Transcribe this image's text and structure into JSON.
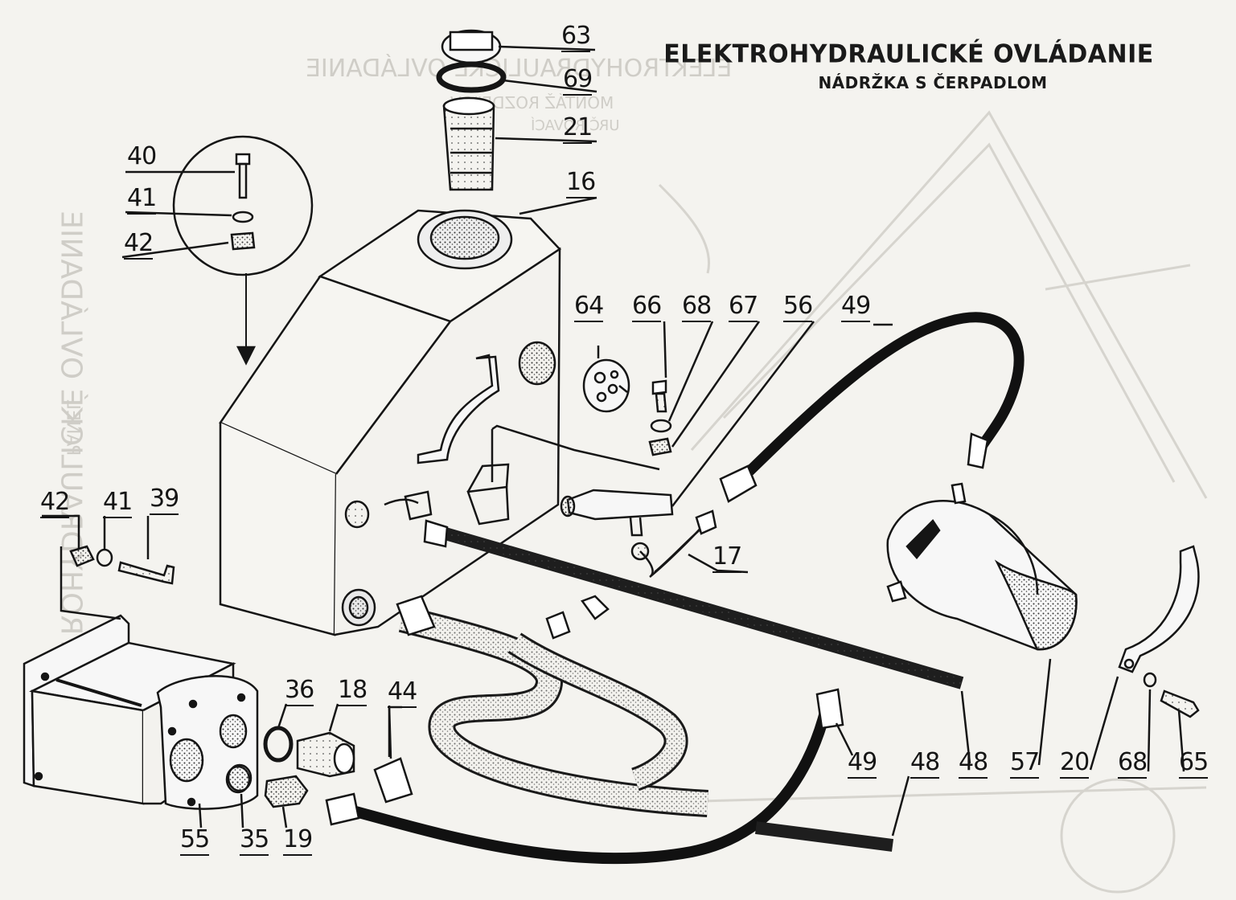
{
  "title": "ELEKTROHYDRAULICKÉ OVLÁDANIE",
  "subtitle": "NÁDRŽKA S ČERPADLOM",
  "parts": [
    {
      "id": "p63",
      "label": "63"
    },
    {
      "id": "p69",
      "label": "69"
    },
    {
      "id": "p21",
      "label": "21"
    },
    {
      "id": "p16",
      "label": "16"
    },
    {
      "id": "p40",
      "label": "40"
    },
    {
      "id": "p41a",
      "label": "41"
    },
    {
      "id": "p42a",
      "label": "42"
    },
    {
      "id": "p64",
      "label": "64"
    },
    {
      "id": "p66",
      "label": "66"
    },
    {
      "id": "p68a",
      "label": "68"
    },
    {
      "id": "p67",
      "label": "67"
    },
    {
      "id": "p56",
      "label": "56"
    },
    {
      "id": "p49a",
      "label": "49"
    },
    {
      "id": "p42b",
      "label": "42"
    },
    {
      "id": "p41b",
      "label": "41"
    },
    {
      "id": "p39",
      "label": "39"
    },
    {
      "id": "p17",
      "label": "17"
    },
    {
      "id": "p36",
      "label": "36"
    },
    {
      "id": "p18",
      "label": "18"
    },
    {
      "id": "p44",
      "label": "44"
    },
    {
      "id": "p55",
      "label": "55"
    },
    {
      "id": "p35",
      "label": "35"
    },
    {
      "id": "p19",
      "label": "19"
    },
    {
      "id": "p49b",
      "label": "49"
    },
    {
      "id": "p48a",
      "label": "48"
    },
    {
      "id": "p48b",
      "label": "48"
    },
    {
      "id": "p57",
      "label": "57"
    },
    {
      "id": "p20",
      "label": "20"
    },
    {
      "id": "p68b",
      "label": "68"
    },
    {
      "id": "p65",
      "label": "65"
    }
  ],
  "background_text": {
    "mirrored_title": "ELEKTROHYDRAULICKÉ OVLÁDANIE",
    "mirrored_sub1": "MONTÁŽ ROZDEĽOV",
    "mirrored_sub2": "URČ ROVACÍ",
    "side_vertical": "ELEKTROHYDRAULICKÉ OVLÁDANIE",
    "side_panel": "PANEL"
  },
  "colors": {
    "ink": "#151515",
    "paper": "#f4f3ef",
    "bleed": "#cfcdc7"
  }
}
